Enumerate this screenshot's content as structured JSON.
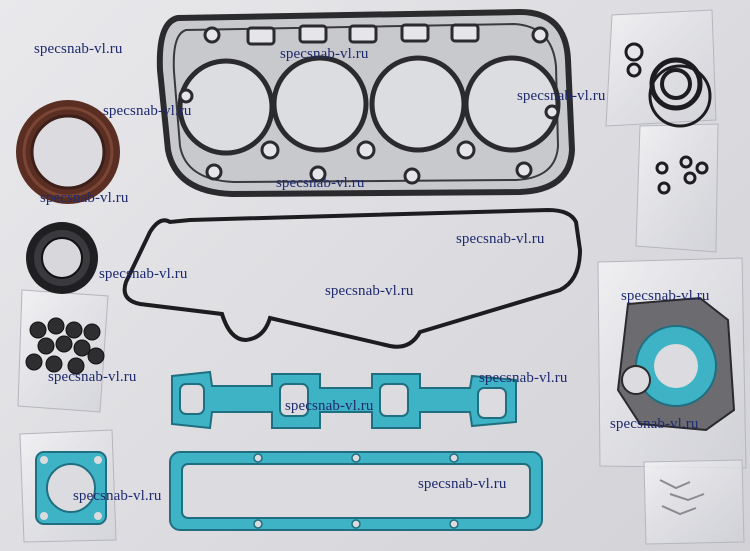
{
  "photo": {
    "subject": "engine gasket kit",
    "background_color": "#e0e0e4",
    "gasket_colors": {
      "head_gasket": "#2b2b2e",
      "blue_gaskets": "#3fb3c6",
      "oil_seal": "#5a2e22"
    }
  },
  "watermarks": [
    "specsnab-vl.ru",
    "specsnab-vl.ru",
    "specsnab-vl.ru",
    "specsnab-vl.ru",
    "specsnab-vl.ru",
    "specsnab-vl.ru",
    "specsnab-vl.ru",
    "specsnab-vl.ru",
    "specsnab-vl.ru",
    "specsnab-vl.ru",
    "specsnab-vl.ru",
    "specsnab-vl.ru",
    "specsnab-vl.ru",
    "specsnab-vl.ru"
  ]
}
